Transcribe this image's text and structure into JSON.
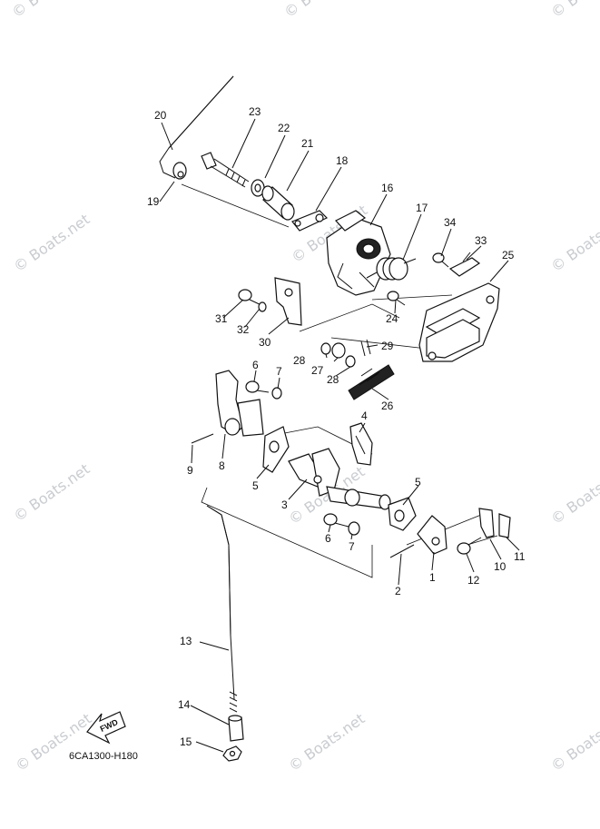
{
  "diagram_code": "6CA1300-H180",
  "fwd_label": "FWD",
  "watermark": "© Boats.net",
  "callouts": [
    "1",
    "2",
    "3",
    "4",
    "5",
    "5",
    "6",
    "6",
    "7",
    "7",
    "8",
    "9",
    "10",
    "11",
    "12",
    "13",
    "14",
    "15",
    "16",
    "17",
    "18",
    "19",
    "20",
    "21",
    "22",
    "23",
    "24",
    "25",
    "26",
    "27",
    "28",
    "28",
    "29",
    "30",
    "31",
    "32",
    "33",
    "34"
  ]
}
